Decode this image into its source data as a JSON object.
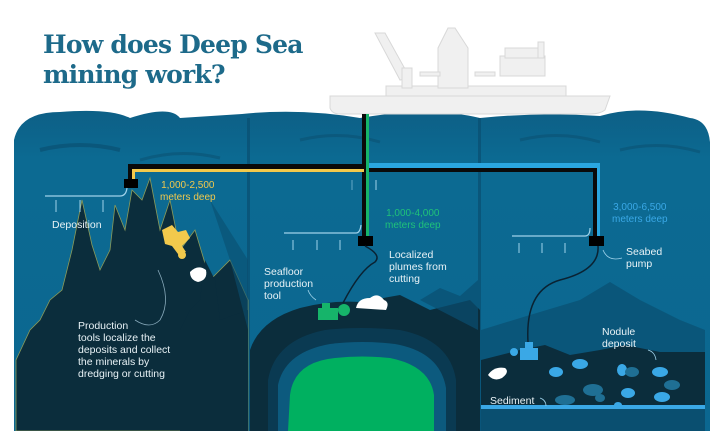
{
  "title": {
    "line1": "How does Deep Sea",
    "line2": "mining work?"
  },
  "colors": {
    "title": "#1d6a8a",
    "ocean": "#0c6a92",
    "ocean_dark": "#0a4f70",
    "seabed_dark": "#0b2d3c",
    "pipe_yellow": "#f2c94c",
    "pipe_green": "#16b46a",
    "pipe_blue": "#2aa6e0",
    "ore_green": "#00b060",
    "nodule_blue": "#3aa8e6",
    "ship": "#eeeeee"
  },
  "sections": [
    {
      "id": "seafloor-massive-sulphides",
      "depth_label": "1,000-2,500\nmeters deep",
      "depth_color": "#f2c94c",
      "deposition_label": "Deposition",
      "description": "Production\ntools localize the\ndeposits and collect\nthe minerals by\ndredging or cutting"
    },
    {
      "id": "cobalt-crusts",
      "depth_label": "1,000-4,000\nmeters deep",
      "depth_color": "#1fc27a",
      "tool_label": "Seafloor\nproduction\ntool",
      "plume_label": "Localized\nplumes from\ncutting"
    },
    {
      "id": "polymetallic-nodules",
      "depth_label": "3,000-6,500\nmeters deep",
      "depth_color": "#3aa8e6",
      "pump_label": "Seabed\npump",
      "nodule_label": "Nodule\ndeposit",
      "sediment_label": "Sediment"
    }
  ],
  "icons": {
    "ship": "mining-ship",
    "pump": "black-box",
    "tool": "crawler-vehicle",
    "plume": "white-cloud"
  }
}
